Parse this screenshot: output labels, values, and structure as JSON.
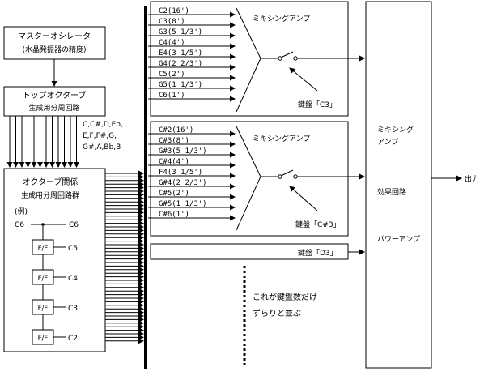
{
  "master_osc": {
    "line1": "マスターオシレータ",
    "line2": "(水晶発振器の精度)"
  },
  "top_octave": {
    "line1": "トップオクターブ",
    "line2": "生成用分周回路"
  },
  "top_notes": [
    "C,C#,D,Eb,",
    "E,F,F#,G,",
    "G#,A,Bb,B"
  ],
  "octave_div": {
    "line1": "オクターブ関係",
    "line2": "生成用分周回路群",
    "example": "(例)",
    "c6_left": "C6",
    "c6_right": "C6"
  },
  "ff_chain": [
    {
      "ff": "F/F",
      "out": "C5"
    },
    {
      "ff": "F/F",
      "out": "C4"
    },
    {
      "ff": "F/F",
      "out": "C3"
    },
    {
      "ff": "F/F",
      "out": "C2"
    }
  ],
  "mixer1": {
    "inputs": [
      "C2(16')",
      "C3(8')",
      "G3(5 1/3')",
      "C4(4')",
      "E4(3 1/5')",
      "G4(2 2/3')",
      "C5(2')",
      "G5(1 1/3')",
      "C6(1')"
    ],
    "title": "ミキシングアンプ",
    "key": "鍵盤「C3」"
  },
  "mixer2": {
    "inputs": [
      "C#2(16')",
      "C#3(8')",
      "G#3(5 1/3')",
      "C#4(4')",
      "F4(3 1/5')",
      "G#4(2 2/3')",
      "C#5(2')",
      "G#5(1 1/3')",
      "C#6(1')"
    ],
    "title": "ミキシングアンプ",
    "key": "鍵盤「C#3」"
  },
  "key_d3": "鍵盤「D3」",
  "repeat_note": {
    "line1": "これが鍵盤数だけ",
    "line2": "ずらりと並ぶ"
  },
  "final_block": {
    "mix1": "ミキシング",
    "mix2": "アンプ",
    "effect": "効果回路",
    "power": "パワーアンプ"
  },
  "output": "出力"
}
